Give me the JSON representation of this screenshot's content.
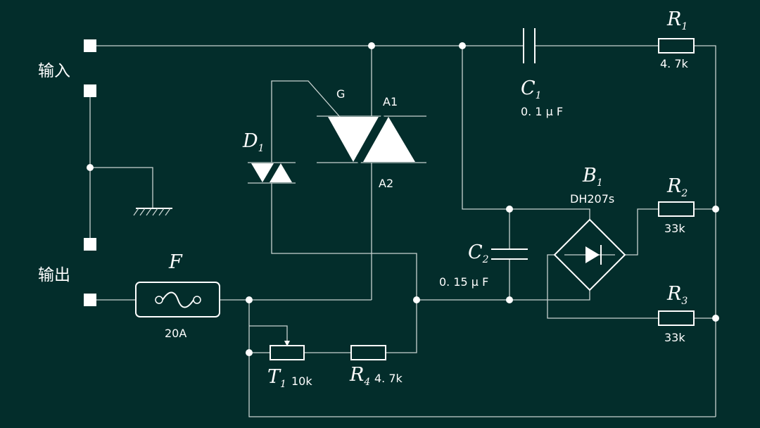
{
  "io": {
    "input_label": "输入",
    "output_label": "输出"
  },
  "triac": {
    "gate": "G",
    "a1": "A1",
    "a2": "A2"
  },
  "diode": {
    "symbol": "D",
    "sub": "1"
  },
  "fuse": {
    "symbol": "F",
    "value": "20A"
  },
  "c1": {
    "symbol": "C",
    "sub": "1",
    "value": "0. 1 μ F"
  },
  "c2": {
    "symbol": "C",
    "sub": "2",
    "value": "0. 15 μ F"
  },
  "r1": {
    "symbol": "R",
    "sub": "1",
    "value": "4. 7k"
  },
  "r2": {
    "symbol": "R",
    "sub": "2",
    "value": "33k"
  },
  "r3": {
    "symbol": "R",
    "sub": "3",
    "value": "33k"
  },
  "r4": {
    "symbol": "R",
    "sub": "4",
    "value": "4. 7k"
  },
  "b1": {
    "symbol": "B",
    "sub": "1",
    "value": "DH207s"
  },
  "t1": {
    "symbol": "T",
    "sub": "1",
    "value": "10k"
  },
  "colors": {
    "background": "#032d2b",
    "wire": "#c8d2d0",
    "component": "#ffffff"
  }
}
